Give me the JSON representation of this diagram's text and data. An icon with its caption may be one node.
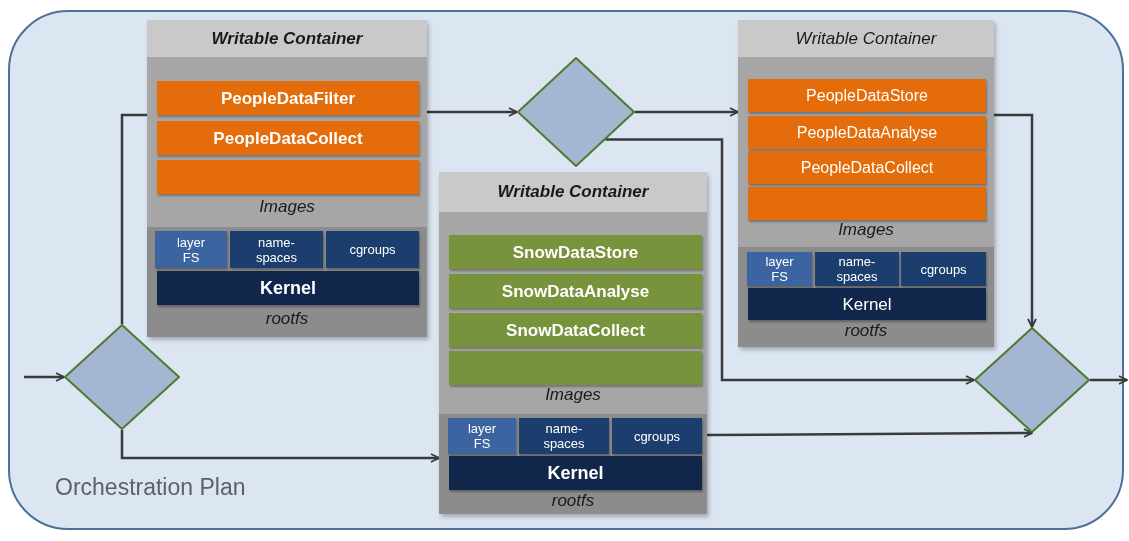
{
  "diagram": {
    "nodes": [
      {
        "text": [
          "Orchestration Plan"
        ]
      },
      {
        "text": [
          "Writable Container",
          "Images",
          "rootfs"
        ],
        "in": 0
      },
      {
        "text": [
          "PeopleDataFilter"
        ],
        "in": 1
      },
      {
        "text": [
          "PeopleDataCollect"
        ],
        "in": 1
      },
      {
        "text": [],
        "shape": "box",
        "in": 1
      },
      {
        "text": [
          "layer FS"
        ],
        "in": 1
      },
      {
        "text": [
          "name-spaces"
        ],
        "in": 1
      },
      {
        "text": [
          "cgroups"
        ],
        "in": 1
      },
      {
        "text": [
          "Kernel"
        ],
        "in": 1
      },
      {
        "text": [
          "Writable Container",
          "Images",
          "rootfs"
        ],
        "in": 0
      },
      {
        "text": [
          "SnowDataStore"
        ],
        "in": 9
      },
      {
        "text": [
          "SnowDataAnalyse"
        ],
        "in": 9
      },
      {
        "text": [
          "SnowDataCollect"
        ],
        "in": 9
      },
      {
        "text": [],
        "shape": "box",
        "in": 9
      },
      {
        "text": [
          "layer FS"
        ],
        "in": 9
      },
      {
        "text": [
          "name-spaces"
        ],
        "in": 9
      },
      {
        "text": [
          "cgroups"
        ],
        "in": 9
      },
      {
        "text": [
          "Kernel"
        ],
        "in": 9
      },
      {
        "text": [
          "Writable Container",
          "Images",
          "rootfs"
        ],
        "in": 0
      },
      {
        "text": [
          "PeopleDataStore"
        ],
        "in": 18
      },
      {
        "text": [
          "PeopleDataAnalyse"
        ],
        "in": 18
      },
      {
        "text": [
          "PeopleDataCollect"
        ],
        "in": 18
      },
      {
        "text": [],
        "shape": "box",
        "in": 18
      },
      {
        "text": [
          "layer FS"
        ],
        "in": 18
      },
      {
        "text": [
          "name-spaces"
        ],
        "in": 18
      },
      {
        "text": [
          "cgroups"
        ],
        "in": 18
      },
      {
        "text": [
          "Kernel"
        ],
        "in": 18
      },
      {
        "text": [],
        "shape": "diamond",
        "in": 0
      },
      {
        "text": [],
        "shape": "diamond",
        "in": 0
      },
      {
        "text": [],
        "shape": "diamond",
        "in": 0
      }
    ],
    "edges": [
      {
        "from": null,
        "to": 27,
        "arrow": "to"
      },
      {
        "from": 27,
        "to": 1,
        "arrow": "none"
      },
      {
        "from": 1,
        "to": 28,
        "arrow": "to"
      },
      {
        "from": 28,
        "to": 18,
        "arrow": "to"
      },
      {
        "from": 28,
        "to": 29,
        "arrow": "to"
      },
      {
        "from": 27,
        "to": 9,
        "arrow": "to"
      },
      {
        "from": 9,
        "to": 29,
        "arrow": "to"
      },
      {
        "from": 18,
        "to": 29,
        "arrow": "to"
      },
      {
        "from": 29,
        "to": null,
        "arrow": "to"
      }
    ]
  }
}
